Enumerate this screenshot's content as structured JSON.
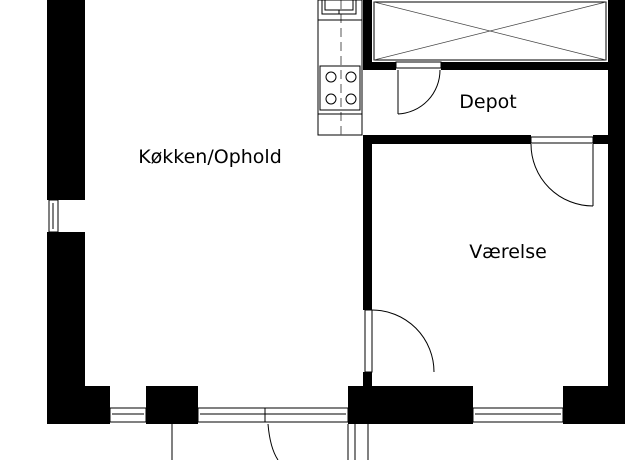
{
  "rooms": {
    "kitchen_living": "Køkken/Ophold",
    "storage": "Depot",
    "bedroom": "Værelse"
  }
}
